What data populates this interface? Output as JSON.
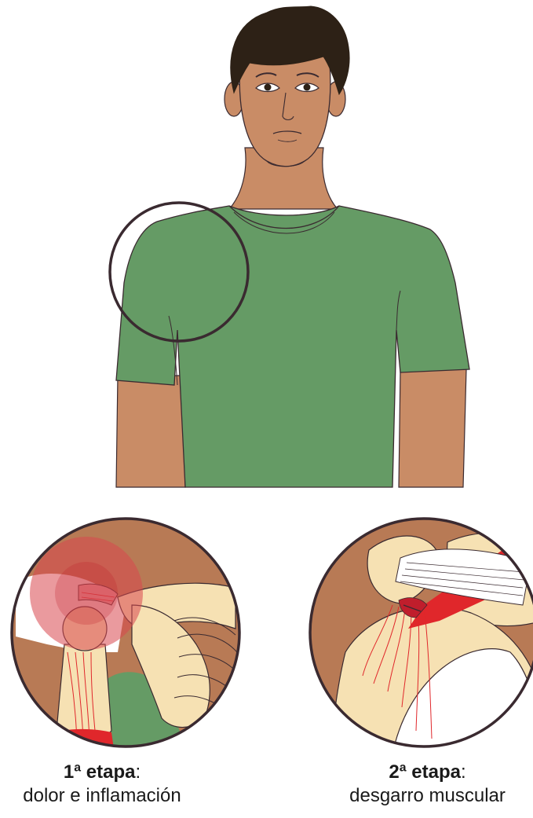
{
  "stages": [
    {
      "ordinal": "1ª",
      "name": "etapa",
      "punct": ":",
      "description": "dolor e inflamación"
    },
    {
      "ordinal": "2ª",
      "name": "etapa",
      "punct": ":",
      "description": "desgarro muscular"
    }
  ],
  "colors": {
    "skin": "#c98c66",
    "skin_dark": "#a8714f",
    "hair": "#2d2116",
    "shirt": "#659b65",
    "outline": "#3a2a30",
    "bone": "#f6e1b3",
    "inflammation": "#d9474f",
    "muscle": "#e0272b",
    "tissue": "#b87a55"
  },
  "icons": [
    "person-figure",
    "shoulder-highlight-circle",
    "shoulder-inflammation-detail",
    "shoulder-tear-detail"
  ]
}
